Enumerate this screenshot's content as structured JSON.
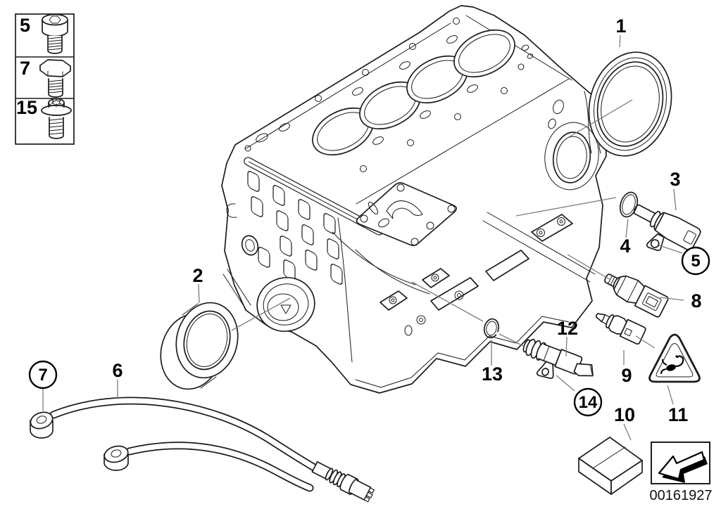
{
  "figure": {
    "background": "#ffffff",
    "line_color": "#1c1c1c",
    "leader_color": "#7c7c7c",
    "image_code": "00161927",
    "legend": {
      "rows": [
        {
          "label": "5",
          "icon": "socket-head-bolt-icon"
        },
        {
          "label": "7",
          "icon": "hex-bolt-icon"
        },
        {
          "label": "15",
          "icon": "torx-bolt-washer-icon"
        }
      ]
    },
    "callouts": {
      "n1": "1",
      "n2": "2",
      "n3": "3",
      "n4": "4",
      "n6": "6",
      "n8": "8",
      "n9": "9",
      "n10": "10",
      "n11": "11",
      "n12": "12",
      "n13": "13",
      "c5": "5",
      "c7": "7",
      "c14": "14"
    }
  }
}
